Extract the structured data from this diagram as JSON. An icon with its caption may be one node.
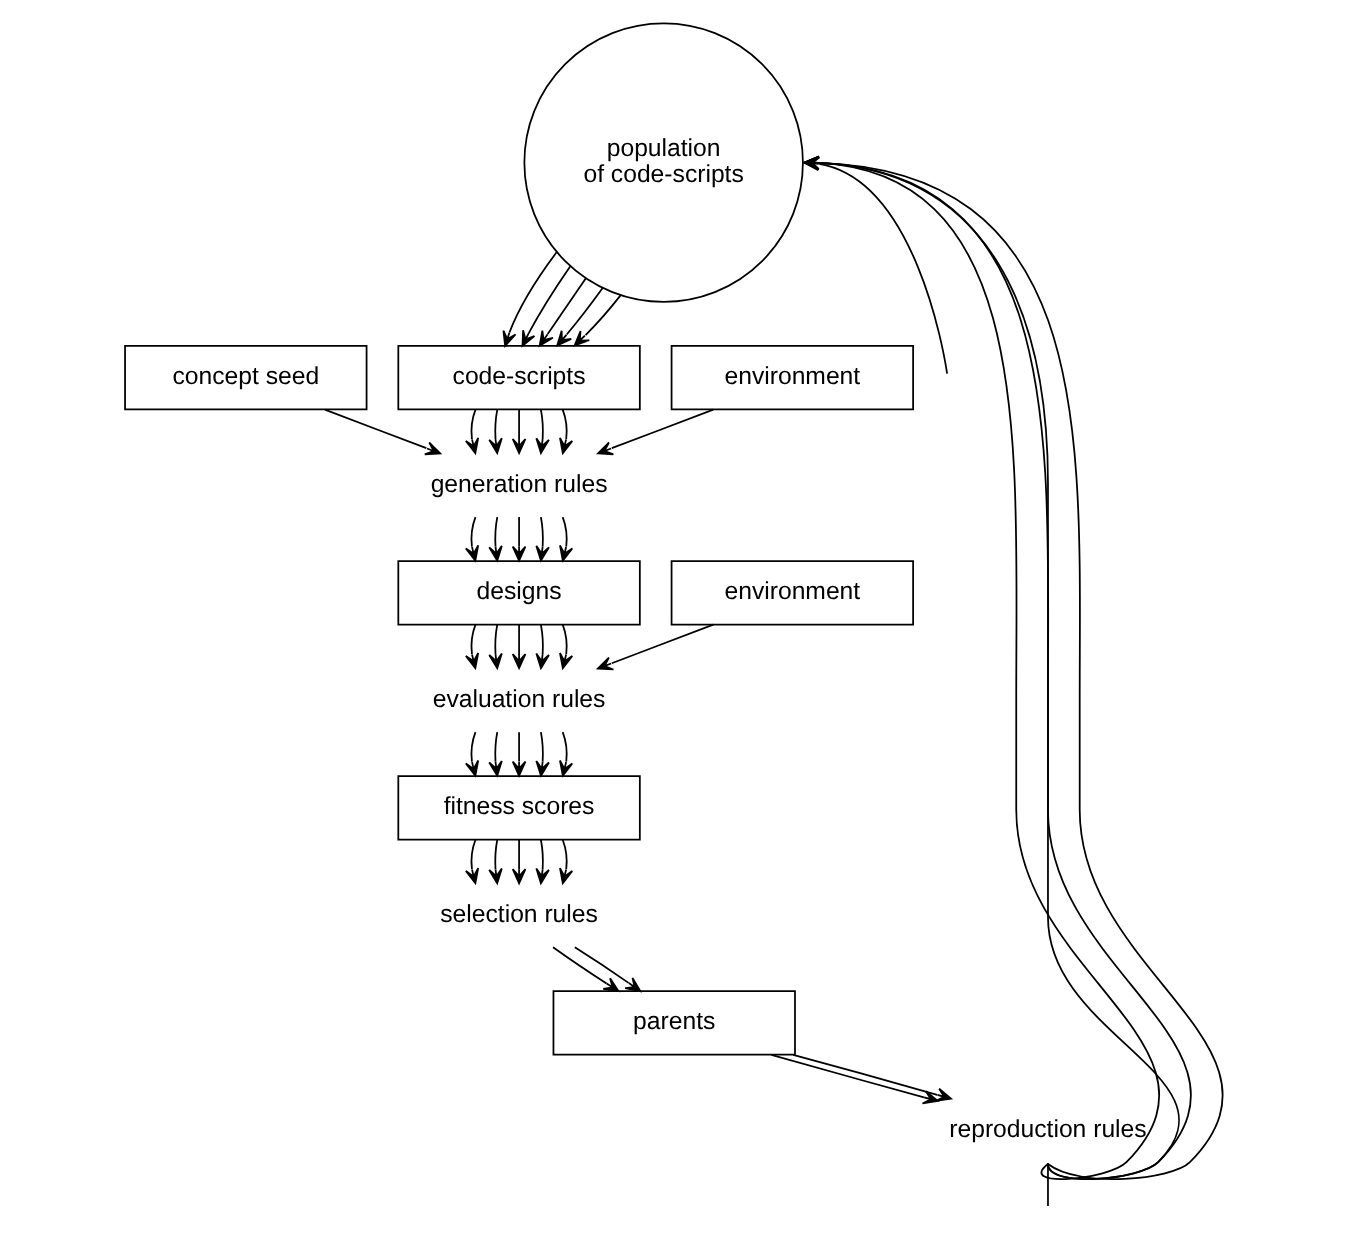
{
  "diagram": {
    "nodes": [
      {
        "text": [
          "code-scripts"
        ]
      },
      {
        "text": [
          "concept seed"
        ]
      },
      {
        "text": [
          "environment"
        ]
      },
      {
        "text": [
          "generation rules"
        ]
      },
      {
        "text": [
          "designs"
        ]
      },
      {
        "text": [
          "environment"
        ]
      },
      {
        "text": [
          "evaluation rules"
        ]
      },
      {
        "text": [
          "fitness scores"
        ]
      },
      {
        "text": [
          "selection rules"
        ]
      },
      {
        "text": [
          "parents"
        ]
      },
      {
        "text": [
          "reproduction rules"
        ]
      },
      {
        "text": [
          "population of code-scripts"
        ]
      }
    ],
    "edges": [
      {
        "from": 11,
        "to": 0,
        "arrow": "to"
      },
      {
        "from": 11,
        "to": 0,
        "arrow": "to"
      },
      {
        "from": 11,
        "to": 0,
        "arrow": "to"
      },
      {
        "from": 11,
        "to": 0,
        "arrow": "to"
      },
      {
        "from": 11,
        "to": 0,
        "arrow": "to"
      },
      {
        "from": 0,
        "to": 3,
        "arrow": "to"
      },
      {
        "from": 0,
        "to": 3,
        "arrow": "to"
      },
      {
        "from": 0,
        "to": 3,
        "arrow": "to"
      },
      {
        "from": 0,
        "to": 3,
        "arrow": "to"
      },
      {
        "from": 0,
        "to": 3,
        "arrow": "to"
      },
      {
        "from": 1,
        "to": 3,
        "arrow": "to"
      },
      {
        "from": 2,
        "to": 3,
        "arrow": "to"
      },
      {
        "from": 3,
        "to": 4,
        "arrow": "to"
      },
      {
        "from": 3,
        "to": 4,
        "arrow": "to"
      },
      {
        "from": 3,
        "to": 4,
        "arrow": "to"
      },
      {
        "from": 3,
        "to": 4,
        "arrow": "to"
      },
      {
        "from": 3,
        "to": 4,
        "arrow": "to"
      },
      {
        "from": 4,
        "to": 6,
        "arrow": "to"
      },
      {
        "from": 4,
        "to": 6,
        "arrow": "to"
      },
      {
        "from": 4,
        "to": 6,
        "arrow": "to"
      },
      {
        "from": 4,
        "to": 6,
        "arrow": "to"
      },
      {
        "from": 4,
        "to": 6,
        "arrow": "to"
      },
      {
        "from": 5,
        "to": 6,
        "arrow": "to"
      },
      {
        "from": 6,
        "to": 7,
        "arrow": "to"
      },
      {
        "from": 6,
        "to": 7,
        "arrow": "to"
      },
      {
        "from": 6,
        "to": 7,
        "arrow": "to"
      },
      {
        "from": 6,
        "to": 7,
        "arrow": "to"
      },
      {
        "from": 6,
        "to": 7,
        "arrow": "to"
      },
      {
        "from": 7,
        "to": 8,
        "arrow": "to"
      },
      {
        "from": 7,
        "to": 8,
        "arrow": "to"
      },
      {
        "from": 7,
        "to": 8,
        "arrow": "to"
      },
      {
        "from": 7,
        "to": 8,
        "arrow": "to"
      },
      {
        "from": 7,
        "to": 8,
        "arrow": "to"
      },
      {
        "from": 8,
        "to": 9,
        "arrow": "to"
      },
      {
        "from": 8,
        "to": 9,
        "arrow": "to"
      },
      {
        "from": 9,
        "to": 10,
        "arrow": "to"
      },
      {
        "from": 9,
        "to": 10,
        "arrow": "to"
      },
      {
        "from": 10,
        "to": null,
        "arrow": "none"
      },
      {
        "from": 10,
        "to": 11,
        "arrow": "to"
      },
      {
        "from": 10,
        "to": 11,
        "arrow": "to"
      },
      {
        "from": 10,
        "to": 11,
        "arrow": "to"
      },
      {
        "from": 10,
        "to": 11,
        "arrow": "to"
      },
      {
        "from": null,
        "to": 11,
        "arrow": "to"
      }
    ]
  }
}
